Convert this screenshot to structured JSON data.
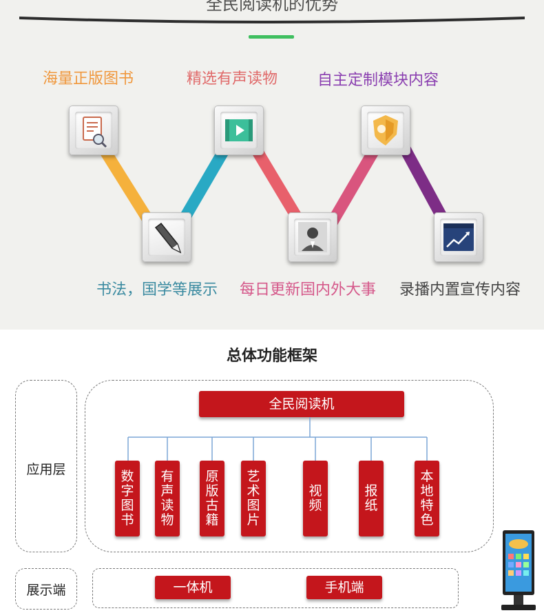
{
  "header": {
    "partial_title": "全民阅读机的优势"
  },
  "features": [
    {
      "label": "海量正版图书",
      "color": "#f0973c",
      "icon": "document-search-icon"
    },
    {
      "label": "书法，国学等展示",
      "color": "#3a8aa0",
      "icon": "pencil-icon"
    },
    {
      "label": "精选有声读物",
      "color": "#e06a6a",
      "icon": "video-play-icon"
    },
    {
      "label": "每日更新国内外大事",
      "color": "#d5588a",
      "icon": "person-icon"
    },
    {
      "label": "自主定制模块内容",
      "color": "#8a3fb0",
      "icon": "shield-icon"
    },
    {
      "label": "录播内置宣传内容",
      "color": "#444444",
      "icon": "chart-window-icon"
    }
  ],
  "connector_colors": [
    "#f5b13c",
    "#29a9c4",
    "#e8606b",
    "#d9557e",
    "#7d2d86"
  ],
  "framework": {
    "title": "总体功能框架",
    "app_layer_label": "应用层",
    "display_layer_label": "展示端",
    "root": "全民阅读机",
    "modules": [
      "数字图书",
      "有声读物",
      "原版古籍",
      "艺术图片",
      "视频",
      "报纸",
      "本地特色"
    ],
    "terminals": [
      "一体机",
      "手机端"
    ]
  },
  "colors": {
    "accent_red": "#c4161c",
    "tree_line": "#7aa6d6",
    "green_bar": "#3fbf5f"
  }
}
